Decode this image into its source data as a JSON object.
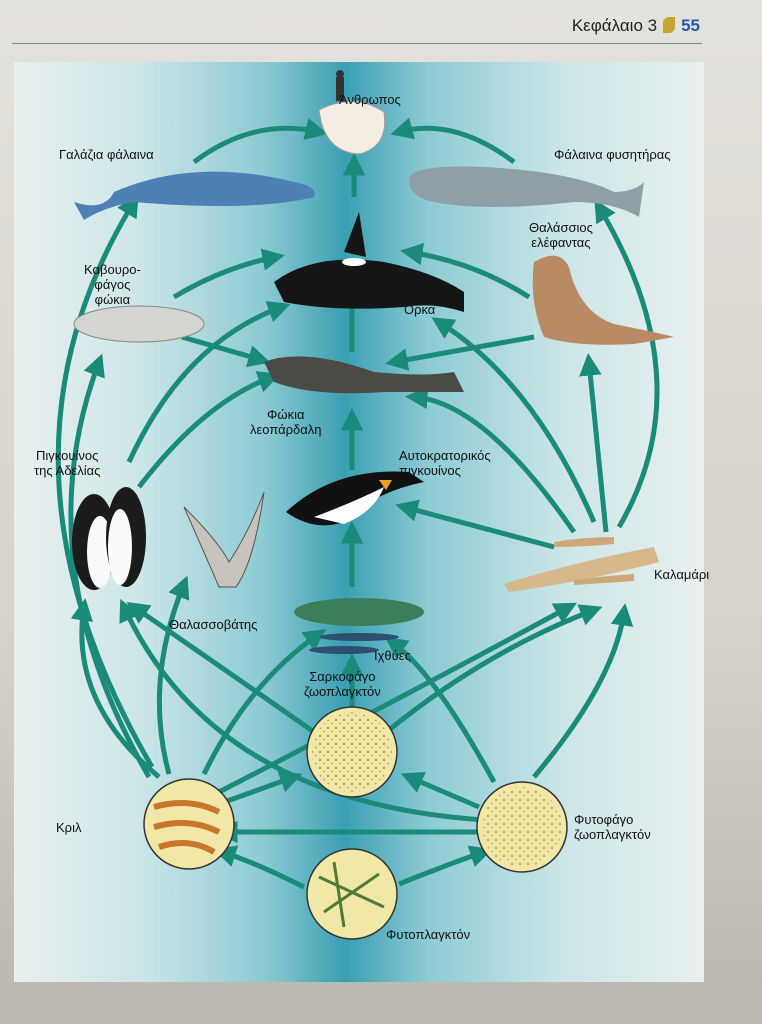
{
  "header": {
    "chapter_label": "Κεφάλαιο 3",
    "page_number": "55"
  },
  "nodes": {
    "human": "Άνθρωπος",
    "blue_whale": "Γαλάζια φάλαινα",
    "sperm_whale": "Φάλαινα φυσητήρας",
    "crabeater_seal": "Καβουρο-\nφάγος\nφώκια",
    "elephant_seal": "Θαλάσσιος\nελέφαντας",
    "orca": "Όρκα",
    "leopard_seal": "Φώκια\nλεοπάρδαλη",
    "adelie_penguin": "Πιγκουίνος\nτης Αδελίας",
    "emperor_penguin": "Αυτοκρατορικός\nπιγκουίνος",
    "albatross": "Θαλασσοβάτης",
    "squid": "Καλαμάρι",
    "fish": "Ιχθύες",
    "carnivorous_zooplankton": "Σαρκοφάγο\nζωοπλαγκτόν",
    "krill": "Κριλ",
    "herbivorous_zooplankton": "Φυτοφάγο\nζωοπλαγκτόν",
    "phytoplankton": "Φυτοπλαγκτόν"
  },
  "colors": {
    "arrow": "#1a8a79",
    "plankton_circle": "#f1e7a6"
  }
}
